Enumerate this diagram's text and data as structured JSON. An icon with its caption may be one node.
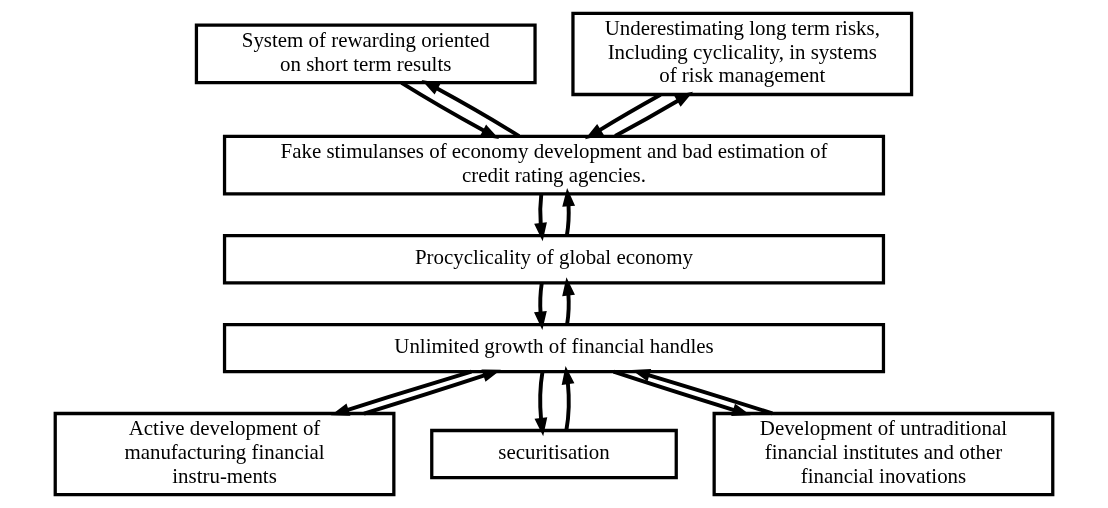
{
  "diagram": {
    "nodes": [
      {
        "text": [
          "System of rewarding oriented on short term results"
        ]
      },
      {
        "text": [
          "Underestimating long term risks, Including cyclicality, in systems of risk management"
        ]
      },
      {
        "text": [
          "Fake stimulanses of economy development and bad estimation of credit rating agencies."
        ]
      },
      {
        "text": [
          "Procyclicality of global economy"
        ]
      },
      {
        "text": [
          "Unlimited growth of financial handles"
        ]
      },
      {
        "text": [
          "Active development of manufacturing financial instru-ments"
        ]
      },
      {
        "text": [
          "securitisation"
        ]
      },
      {
        "text": [
          "Development of untraditional financial institutes and other financial inovations"
        ]
      }
    ],
    "edges": [
      {
        "from": 2,
        "to": 0,
        "arrow": "to"
      },
      {
        "from": 0,
        "to": 2,
        "arrow": "to"
      },
      {
        "from": 2,
        "to": 1,
        "arrow": "to"
      },
      {
        "from": 1,
        "to": 2,
        "arrow": "to"
      },
      {
        "from": 3,
        "to": 2,
        "arrow": "to"
      },
      {
        "from": 2,
        "to": 3,
        "arrow": "to"
      },
      {
        "from": 4,
        "to": 3,
        "arrow": "to"
      },
      {
        "from": 3,
        "to": 4,
        "arrow": "to"
      },
      {
        "from": 5,
        "to": 4,
        "arrow": "to"
      },
      {
        "from": 4,
        "to": 5,
        "arrow": "to"
      },
      {
        "from": 6,
        "to": 4,
        "arrow": "to"
      },
      {
        "from": 4,
        "to": 6,
        "arrow": "to"
      },
      {
        "from": 7,
        "to": 4,
        "arrow": "to"
      },
      {
        "from": 4,
        "to": 7,
        "arrow": "to"
      }
    ]
  }
}
